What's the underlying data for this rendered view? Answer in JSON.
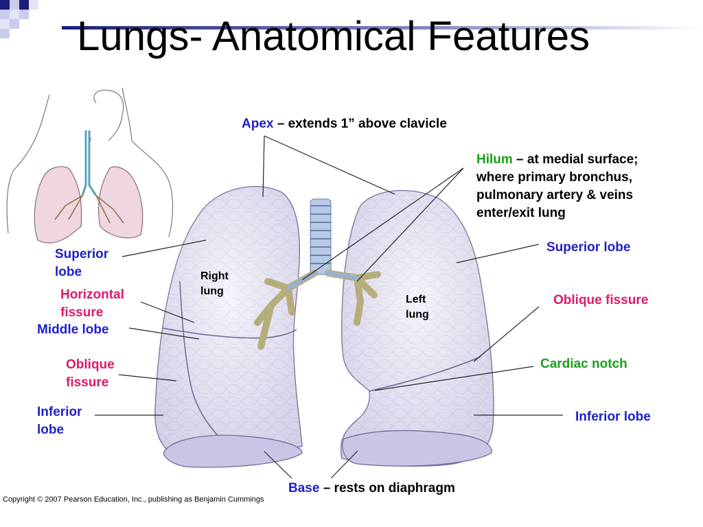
{
  "title": "Lungs- Anatomical Features",
  "colors": {
    "term_blue": "#1f1fc8",
    "term_pink": "#e0186c",
    "term_green": "#1aa01a",
    "lung_fill": "#e9e6f4",
    "deco_navy": "#1a1f7a"
  },
  "labels": {
    "apex_term": "Apex",
    "apex_desc": " – extends 1” above clavicle",
    "hilum_term": "Hilum",
    "hilum_desc_1": " – at medial surface;",
    "hilum_desc_2": "where primary bronchus,",
    "hilum_desc_3": "pulmonary artery & veins",
    "hilum_desc_4": "enter/exit lung",
    "superior_lobe_left_1": "Superior",
    "superior_lobe_left_2": "lobe",
    "horizontal_fissure_1": "Horizontal",
    "horizontal_fissure_2": "fissure",
    "middle_lobe": "Middle lobe",
    "oblique_fissure_left_1": "Oblique",
    "oblique_fissure_left_2": "fissure",
    "inferior_lobe_left_1": "Inferior",
    "inferior_lobe_left_2": "lobe",
    "right_lung_1": "Right",
    "right_lung_2": "lung",
    "left_lung_1": "Left",
    "left_lung_2": "lung",
    "superior_lobe_right": "Superior lobe",
    "oblique_fissure_right": "Oblique fissure",
    "cardiac_notch": "Cardiac notch",
    "inferior_lobe_right": "Inferior lobe",
    "base_term": "Base",
    "base_desc": " – rests on diaphragm"
  },
  "copyright": "Copyright © 2007 Pearson Education, Inc., publishing as Benjamin Cummings"
}
